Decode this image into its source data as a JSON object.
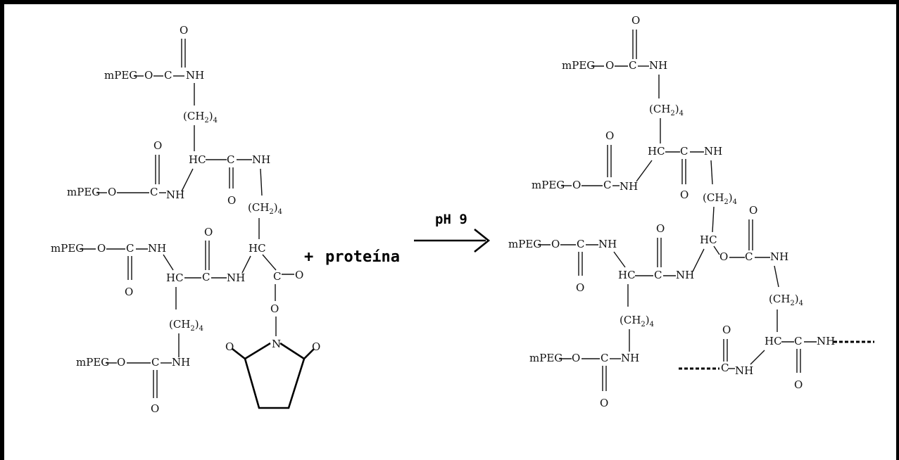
{
  "labels": {
    "mpeg": "mPEG",
    "o": "O",
    "c": "C",
    "nh": "NH",
    "hc": "HC",
    "ch2_open": "(CH",
    "sub2": "2",
    "close4": ")",
    "sub4": "4"
  },
  "reaction": {
    "plus": "+",
    "reagent": "proteína",
    "condition": "pH 9"
  },
  "colors": {
    "ink": "#111111",
    "background": "#ffffff",
    "border": "#000000"
  }
}
